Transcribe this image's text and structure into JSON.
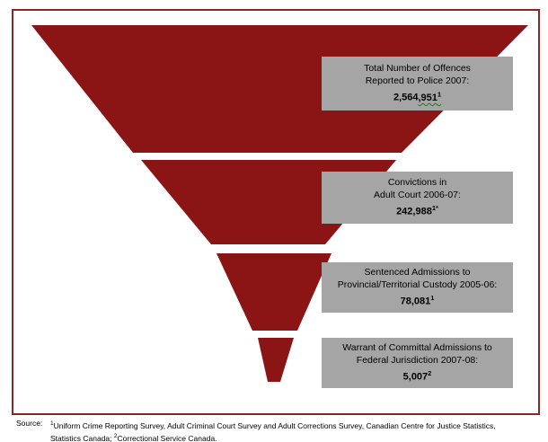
{
  "chart_data": {
    "type": "funnel",
    "title": "",
    "orientation": "inverted-triangle, segments top to bottom by decreasing value",
    "stages": [
      {
        "label_line1": "Total Number of Offences",
        "label_line2": "Reported to Police 2007:",
        "value_text": "2,564,951",
        "value_text_plain_part": "2,564",
        "value_text_squiggle_part": ",951",
        "superscript": "1",
        "value": 2564951
      },
      {
        "label_line1": "Convictions in",
        "label_line2": "Adult Court 2006-07:",
        "value_text": "242,988",
        "superscript": "1*",
        "value": 242988
      },
      {
        "label_line1": "Sentenced Admissions to",
        "label_line2": "Provincial/Territorial Custody 2005-06:",
        "value_text": "78,081",
        "superscript": "1",
        "value": 78081
      },
      {
        "label_line1": "Warrant of Committal Admissions to",
        "label_line2": "Federal Jurisdiction 2007-08:",
        "value_text": "5,007",
        "superscript": "2",
        "value": 5007
      }
    ],
    "colors": {
      "funnel_fill": "#8B1414",
      "label_box_fill": "#A5A5A5",
      "frame_border": "#8C2626",
      "spellcheck_squiggle": "#1E7A1E",
      "text": "#000000"
    }
  },
  "source": {
    "label": "Source:",
    "sup1": "1",
    "text1": "Uniform Crime Reporting Survey, Adult Criminal Court Survey and Adult Corrections Survey, Canadian Centre for Justice Statistics,",
    "text2": "Statistics Canada; ",
    "sup2": "2",
    "text3": "Correctional Service Canada."
  }
}
